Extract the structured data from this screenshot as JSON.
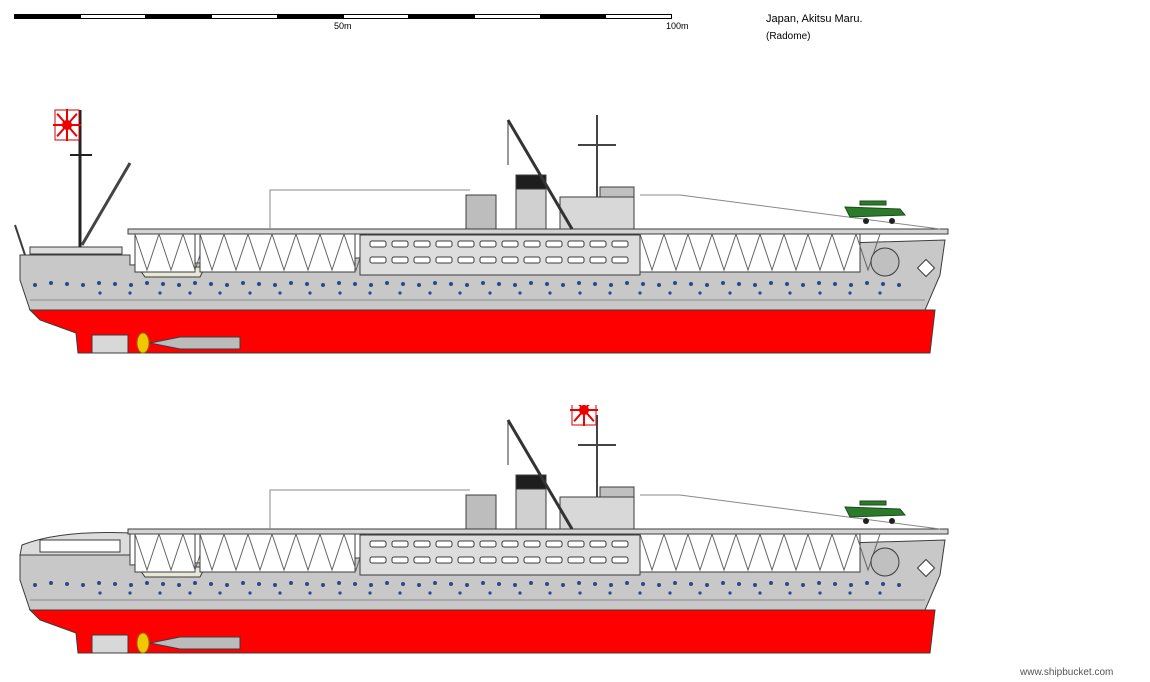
{
  "scale_bar": {
    "label_mid": "50m",
    "label_end": "100m",
    "segments": 10
  },
  "title": "Japan, Akitsu Maru.",
  "subtitle": "(Radome)",
  "credit": "www.shipbucket.com",
  "colors": {
    "hull_upper": "#c8c8c8",
    "hull_lower": "#ff0000",
    "deck_structure": "#d4d4d4",
    "outline": "#3c3c3c",
    "funnel_top": "#1e1e1e",
    "propeller": "#f0c800",
    "aircraft": "#2c7a2c",
    "port_hole": "#2a4a8a"
  },
  "ships": [
    {
      "name": "profile-original"
    },
    {
      "name": "profile-radome"
    }
  ]
}
